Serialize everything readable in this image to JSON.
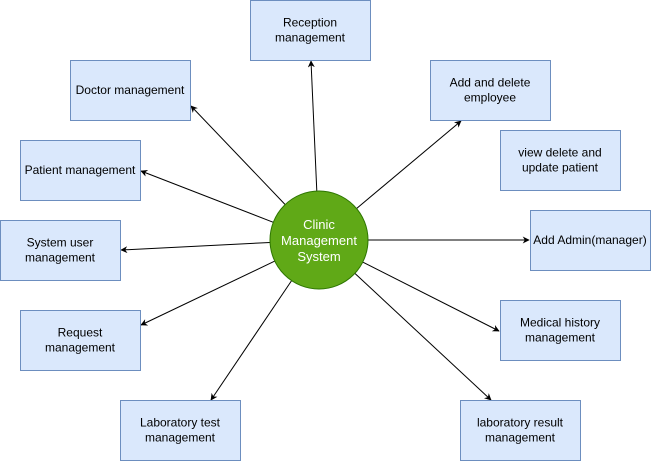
{
  "diagram": {
    "center": {
      "label_lines": [
        "Clinic",
        "Management",
        "System"
      ],
      "fill": "#60a917",
      "stroke": "#2d7600",
      "text_color": "#ffffff"
    },
    "box_style": {
      "fill": "#dae8fc",
      "stroke": "#6c8ebf",
      "text_color": "#000000",
      "edge_color": "#000000"
    },
    "nodes": [
      {
        "id": "reception",
        "label_lines": [
          "Reception",
          "management"
        ],
        "arrow": true
      },
      {
        "id": "doctor",
        "label_lines": [
          "Doctor management"
        ],
        "arrow": true
      },
      {
        "id": "add-delete-employee",
        "label_lines": [
          "Add and delete",
          "employee"
        ],
        "arrow": true
      },
      {
        "id": "view-delete-update-patient",
        "label_lines": [
          "view delete and",
          "update patient"
        ],
        "arrow": false
      },
      {
        "id": "patient",
        "label_lines": [
          "Patient management"
        ],
        "arrow": true
      },
      {
        "id": "add-admin",
        "label_lines": [
          "Add Admin(manager)"
        ],
        "arrow": true
      },
      {
        "id": "system-user",
        "label_lines": [
          "System user",
          "management"
        ],
        "arrow": true
      },
      {
        "id": "request",
        "label_lines": [
          "Request",
          "management"
        ],
        "arrow": true
      },
      {
        "id": "medical-history",
        "label_lines": [
          "Medical history",
          "management"
        ],
        "arrow": true
      },
      {
        "id": "laboratory-test",
        "label_lines": [
          "Laboratory test",
          "management"
        ],
        "arrow": true
      },
      {
        "id": "laboratory-result",
        "label_lines": [
          "laboratory result",
          "management"
        ],
        "arrow": true
      }
    ]
  }
}
